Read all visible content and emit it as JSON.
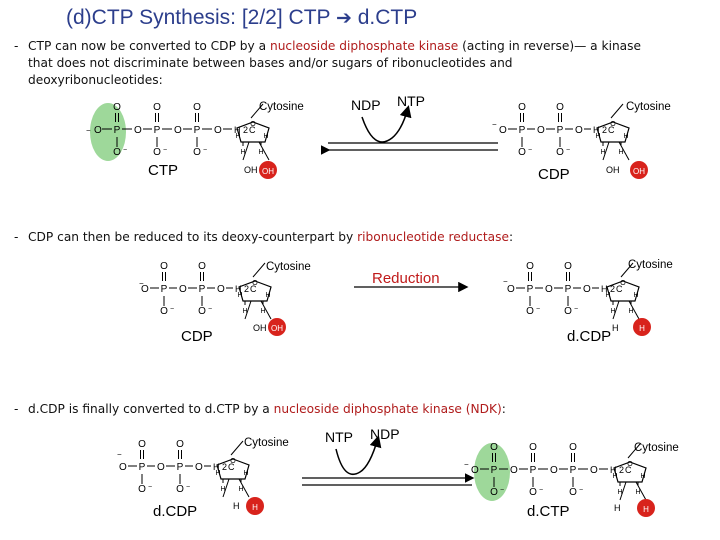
{
  "title": {
    "prefix": "(d)CTP Synthesis: [2/2] CTP ",
    "arrow": "➔",
    "suffix": " d.CTP"
  },
  "para1": {
    "line1_a": "CTP can now be converted to CDP by a ",
    "line1_term": "nucleoside diphosphate kinase",
    "line1_b": " (acting in reverse)— a kinase",
    "line2": "that does not discriminate between bases and/or sugars of ribonucleotides and",
    "line3": "deoxyribonucleotides:"
  },
  "para2": {
    "a": "CDP can then be reduced to its deoxy-counterpart by ",
    "term": "ribonucleotide reductase",
    "b": ":"
  },
  "para3": {
    "a": "d.CDP is finally converted to d.CTP by a ",
    "term": "nucleoside diphosphate kinase (NDK)",
    "b": ":"
  },
  "base_label": "Cytosine",
  "names": {
    "ctp": "CTP",
    "cdp": "CDP",
    "dcdp": "d.CDP",
    "dctp": "d.CTP"
  },
  "row1": {
    "cofactor_in": "NDP",
    "cofactor_out": "NTP"
  },
  "row2": {
    "reaction": "Reduction"
  },
  "row3": {
    "cofactor_in": "NTP",
    "cofactor_out": "NDP"
  },
  "labels": {
    "oh": "OH",
    "h": "H"
  },
  "colors": {
    "title": "#2c3e8c",
    "term": "#b01c1c",
    "highlight": "#9ed89a",
    "red_label": "#c01a1a"
  }
}
